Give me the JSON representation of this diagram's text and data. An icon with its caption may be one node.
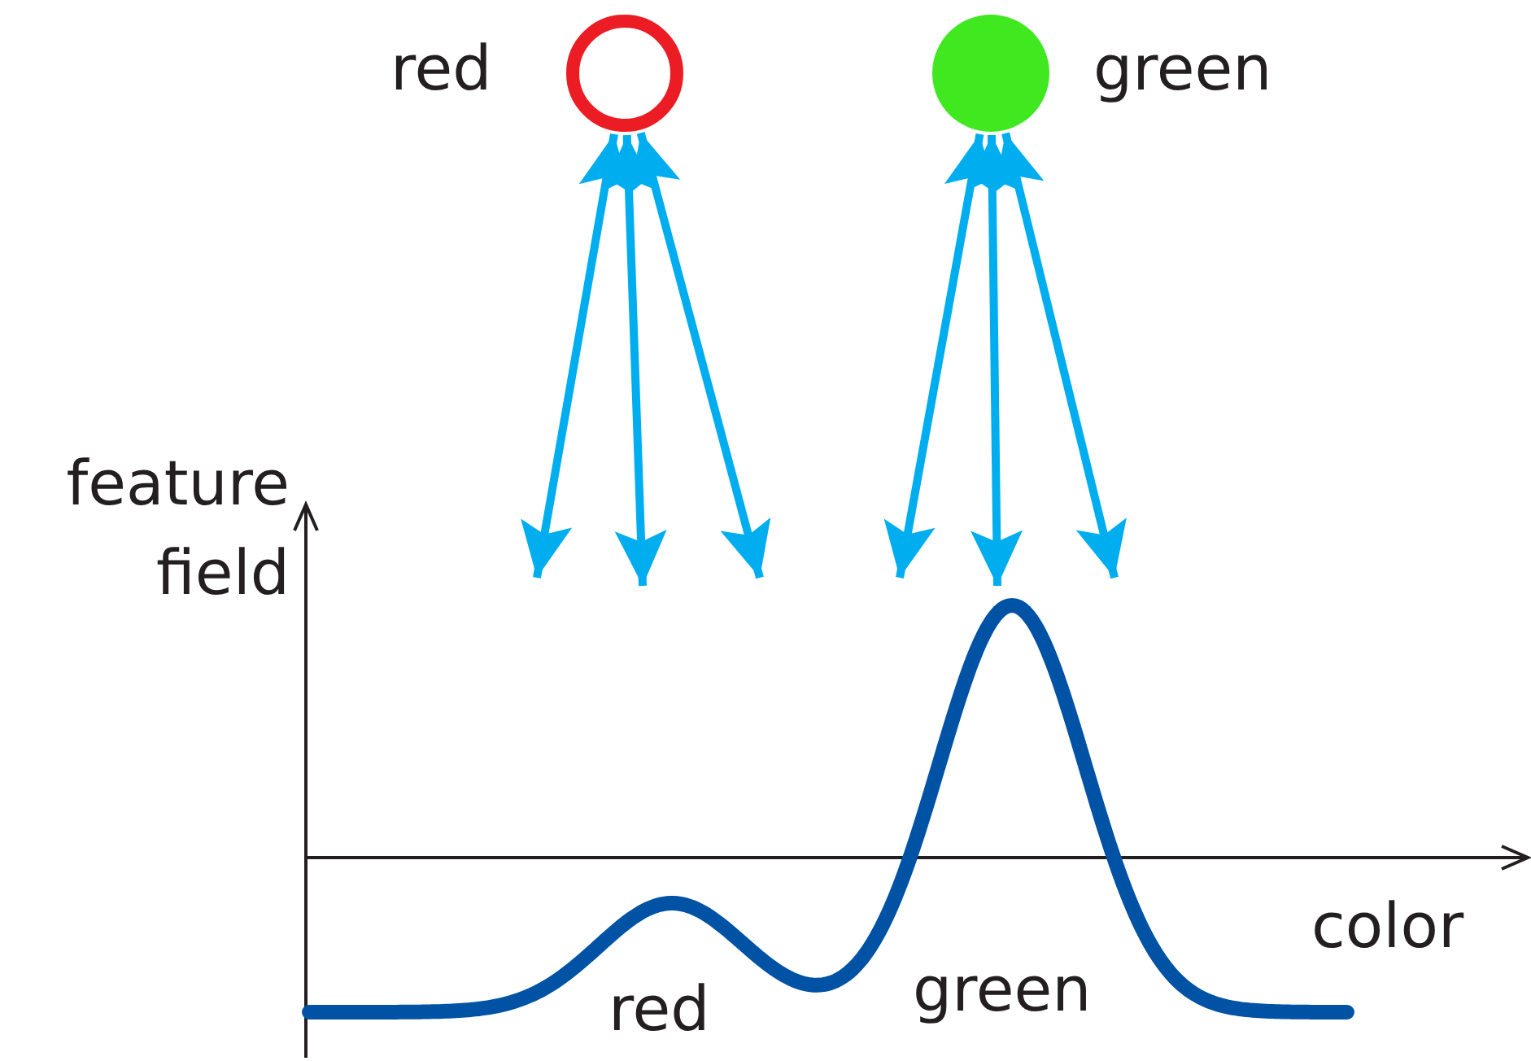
{
  "diagram": {
    "nodes": [
      {
        "text": [],
        "shape": "circle",
        "beside": [
          "red"
        ]
      },
      {
        "text": [],
        "shape": "circle",
        "beside": [
          "green"
        ]
      }
    ],
    "edges": [
      {
        "from": 0,
        "to": null,
        "arrow": "both"
      },
      {
        "from": 0,
        "to": null,
        "arrow": "both"
      },
      {
        "from": 0,
        "to": null,
        "arrow": "both"
      },
      {
        "from": 1,
        "to": null,
        "arrow": "both"
      },
      {
        "from": 1,
        "to": null,
        "arrow": "both"
      },
      {
        "from": 1,
        "to": null,
        "arrow": "both"
      }
    ],
    "labels": [
      "feature field",
      "color",
      "red",
      "green"
    ]
  }
}
